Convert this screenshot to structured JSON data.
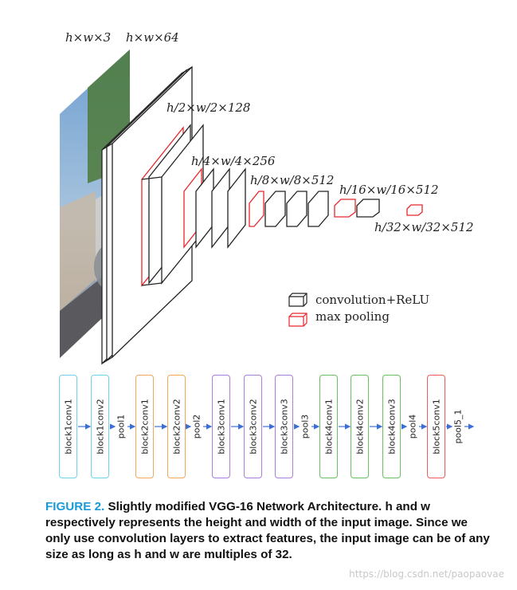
{
  "dims": {
    "input": "h×w×3",
    "block1": "h×w×64",
    "block2": "h/2×w/2×128",
    "block3": "h/4×w/4×256",
    "block4": "h/8×w/8×512",
    "block5": "h/16×w/16×512",
    "final": "h/32×w/32×512"
  },
  "legend": {
    "conv_label": "convolution+ReLU",
    "pool_label": "max pooling"
  },
  "colors": {
    "conv": "#222222",
    "pool": "#e8262b",
    "block1": "#6fd3ec",
    "block2": "#f4a65a",
    "block3": "#a77fe0",
    "block4": "#67c15f",
    "block5": "#ef5b5b",
    "arrow": "#3b6fd6",
    "caption_accent": "#1a9ad6"
  },
  "flow": [
    {
      "kind": "layer",
      "label": "block1conv1",
      "group": "block1"
    },
    {
      "kind": "layer",
      "label": "block1conv2",
      "group": "block1"
    },
    {
      "kind": "pool",
      "label": "pool1"
    },
    {
      "kind": "layer",
      "label": "block2conv1",
      "group": "block2"
    },
    {
      "kind": "layer",
      "label": "block2conv2",
      "group": "block2"
    },
    {
      "kind": "pool",
      "label": "pool2"
    },
    {
      "kind": "layer",
      "label": "block3conv1",
      "group": "block3"
    },
    {
      "kind": "layer",
      "label": "block3conv2",
      "group": "block3"
    },
    {
      "kind": "layer",
      "label": "block3conv3",
      "group": "block3"
    },
    {
      "kind": "pool",
      "label": "pool3"
    },
    {
      "kind": "layer",
      "label": "block4conv1",
      "group": "block4"
    },
    {
      "kind": "layer",
      "label": "block4conv2",
      "group": "block4"
    },
    {
      "kind": "layer",
      "label": "block4conv3",
      "group": "block4"
    },
    {
      "kind": "pool",
      "label": "pool4"
    },
    {
      "kind": "layer",
      "label": "block5conv1",
      "group": "block5"
    },
    {
      "kind": "pool",
      "label": "pool5_1"
    }
  ],
  "caption": {
    "figure": "FIGURE 2.",
    "text": "Slightly modified VGG-16 Network Architecture. h and w respectively represents the height and width of the input image. Since we only use convolution layers to extract features, the input image can be of any size as long as h and w are multiples of 32."
  },
  "watermark": "https://blog.csdn.net/paopaovae"
}
